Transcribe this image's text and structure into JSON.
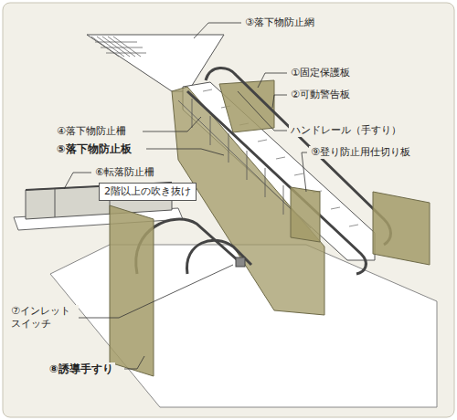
{
  "diagram": {
    "nodes": [
      {
        "text": [
          "2階以上の吹き抜け"
        ]
      }
    ],
    "edges": [],
    "labels": [
      "③落下物防止網",
      "①固定保護板",
      "②可動警告板",
      "ハンドレール（手すり）",
      "④落下物防止柵",
      "⑤落下物防止板",
      "⑨登り防止用仕切り板",
      "⑥転落防止柵",
      "⑦インレット スイッチ",
      "⑧誘導手すり"
    ]
  }
}
